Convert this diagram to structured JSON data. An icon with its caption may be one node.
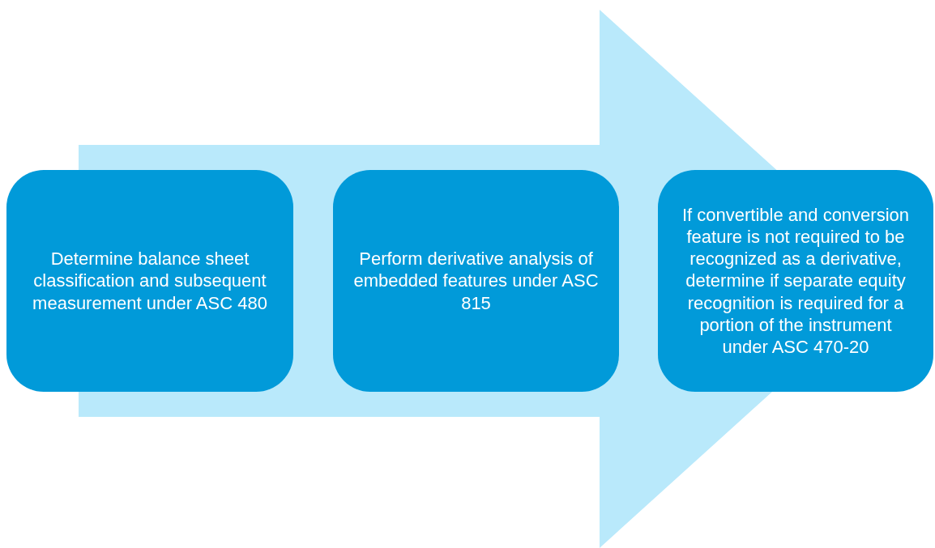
{
  "diagram": {
    "nodes": [
      {
        "text": [],
        "shape": "arrow"
      },
      {
        "text": [
          "Determine balance sheet classification and subsequent measurement under ASC 480"
        ]
      },
      {
        "text": [
          "Perform derivative analysis of embedded features under ASC 815"
        ],
        "in": 0
      },
      {
        "text": [
          "If convertible and conversion feature is not required to be recognized as a derivative, determine if separate equity recognition is required for a portion of the instrument under ASC 470-20"
        ]
      }
    ]
  }
}
